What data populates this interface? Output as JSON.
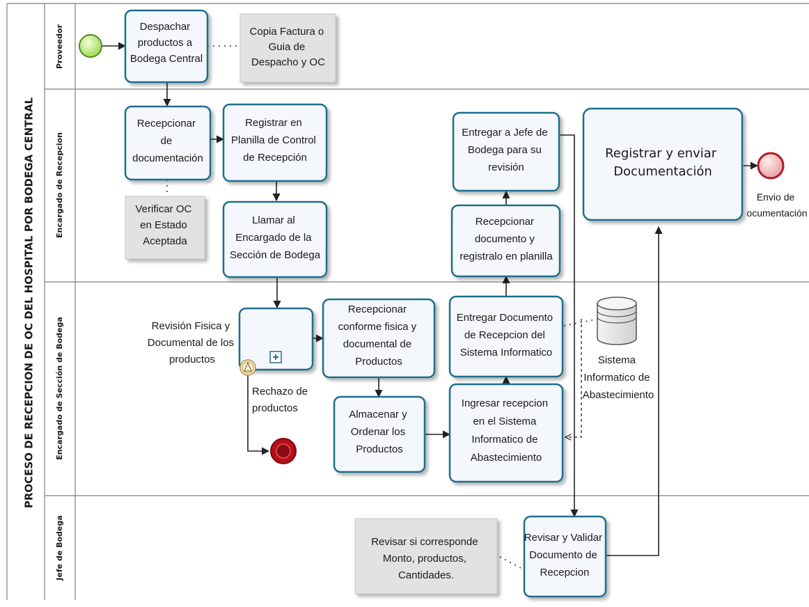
{
  "pool": {
    "title": "PROCESO DE RECEPCION DE OC DEL HOSPITAL POR BODEGA CENTRAL",
    "lanes": [
      "Proveedor",
      "Encargado de Recepcion",
      "Encargado de Sección de Bodega",
      "Jefe de Bodega"
    ]
  },
  "tasks": {
    "despachar": [
      "Despachar",
      "productos a",
      "Bodega Central"
    ],
    "recepcionar_doc": [
      "Recepcionar",
      "de",
      "documentación"
    ],
    "registrar_planilla": [
      "Registrar en",
      "Planilla de Control",
      "de Recepción"
    ],
    "llamar": [
      "Llamar al",
      "Encargado de la",
      "Sección de Bodega"
    ],
    "entregar_jefe": [
      "Entregar a Jefe de",
      "Bodega para su",
      "revisión"
    ],
    "registrar_enviar": [
      "Registrar y enviar",
      "Documentación"
    ],
    "recepcionar_registrar": [
      "Recepcionar",
      "documento y",
      "registralo en planilla"
    ],
    "entregar_doc": [
      "Entregar Documento",
      "de Recepcion del",
      "Sistema Informatico"
    ],
    "recepcionar_conforme": [
      "Recepcionar",
      "conforme fisica y",
      "documental de",
      "Productos"
    ],
    "almacenar": [
      "Almacenar y",
      "Ordenar los",
      "Productos"
    ],
    "ingresar": [
      "Ingresar recepcion",
      "en el Sistema",
      "Informatico de",
      "Abastecimiento"
    ],
    "revisar_validar": [
      "Revisar y Validar",
      "Documento de",
      "Recepcion"
    ]
  },
  "subprocess_label": [
    "Revisión Fisica y",
    "Documental de los",
    "productos"
  ],
  "notes": {
    "copia_factura": [
      "Copia Factura o",
      "Guia de",
      "Despacho y OC"
    ],
    "verificar_oc": [
      "Verificar OC",
      "en Estado",
      "Aceptada"
    ],
    "revisar_corresponde": [
      "Revisar si corresponde",
      "Monto, productos,",
      "Cantidades."
    ]
  },
  "events": {
    "rechazo": [
      "Rechazo de",
      "productos"
    ],
    "envio": [
      "Envio de",
      "ocumentación"
    ]
  },
  "datastore_label": [
    "Sistema",
    "Informatico de",
    "Abastecimiento"
  ],
  "colors": {
    "task_border": "#1f6e8c",
    "task_fill": "#f4f7fc",
    "note_fill": "#e2e2e2",
    "start_event": "#9bd84e",
    "end_event": "#b80e18",
    "end_message_event": "#cc2a33"
  }
}
